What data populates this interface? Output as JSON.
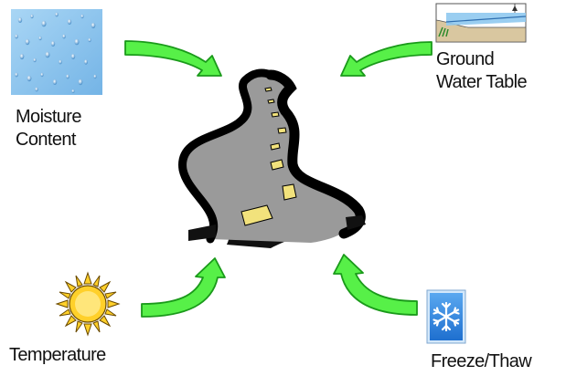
{
  "labels": {
    "moisture": [
      "Moisture",
      "Content"
    ],
    "ground_water": [
      "Ground",
      "Water Table"
    ],
    "temperature": [
      "Temperature"
    ],
    "freeze_thaw": [
      "Freeze/Thaw"
    ]
  },
  "icons": {
    "moisture": "water-droplets-icon",
    "ground_water": "ground-water-table-icon",
    "temperature": "sun-icon",
    "freeze_thaw": "snowflake-icon",
    "center": "road-icon",
    "arrows": "curved-arrow-icon"
  },
  "colors": {
    "arrow_fill": "#57f048",
    "arrow_stroke": "#1a9a1a",
    "road_surface": "#9a9a9a",
    "road_edge": "#000000",
    "lane_marking": "#f2e27c",
    "sun": "#ffd02a",
    "snow_tile": "#3a8fe0",
    "water_tile": "#8fc6ef"
  }
}
